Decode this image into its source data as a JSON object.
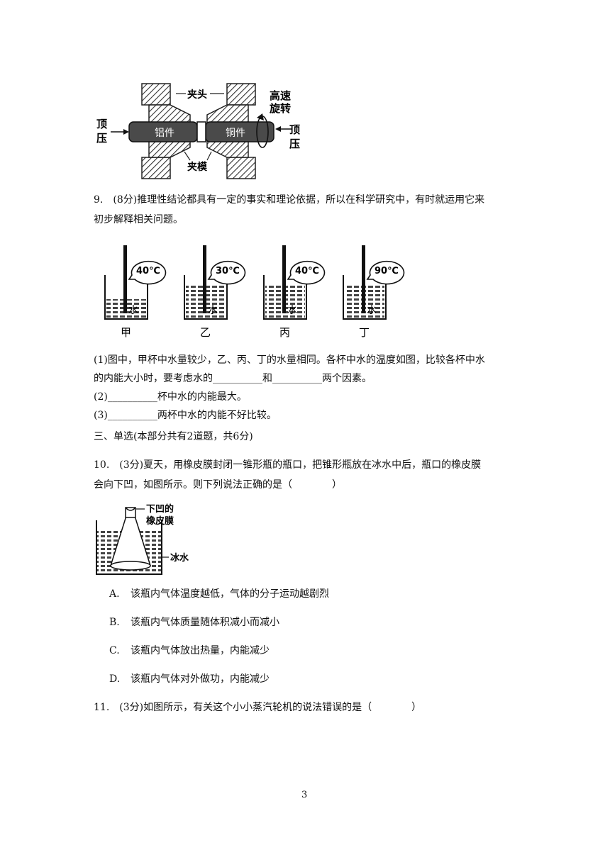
{
  "fig_clamp": {
    "clamp_head": "夹头",
    "clamp_mold": "夹模",
    "aluminum": "铝件",
    "copper": "铜件",
    "rotate_1": "高速",
    "rotate_2": "旋转",
    "press_left_1": "顶",
    "press_left_2": "压",
    "press_right_1": "顶",
    "press_right_2": "压"
  },
  "q9": {
    "text_line1": "9.　(8分)推理性结论都具有一定的事实和理论依据，所以在科学研究中，有时就运用它来",
    "text_line2": "初步解释相关问题。",
    "sub1_line1": "(1)图中，甲杯中水量较少，乙、丙、丁的水量相同。各杯中水的温度如图，比较各杯中水",
    "sub1_line2": "的内能大小时，要考虑水的__________和__________两个因素。",
    "sub2": "(2)__________杯中水的内能最大。",
    "sub3": "(3)__________两杯中水的内能不好比较。"
  },
  "fig_cups": {
    "cups": [
      {
        "label": "甲",
        "temp": "40℃",
        "water": "水"
      },
      {
        "label": "乙",
        "temp": "30℃",
        "water": "水"
      },
      {
        "label": "丙",
        "temp": "40℃",
        "water": "水"
      },
      {
        "label": "丁",
        "temp": "90℃",
        "water": "水"
      }
    ]
  },
  "section3": {
    "heading": "三、单选(本部分共有2道题，共6分)"
  },
  "q10": {
    "text_line1": "10.　(3分)夏天，用橡皮膜封闭一锥形瓶的瓶口，把锥形瓶放在冰水中后，瓶口的橡皮膜",
    "text_line2": "会向下凹，如图所示。则下列说法正确的是（　　　　）",
    "options": [
      {
        "letter": "A.",
        "text": "该瓶内气体温度越低，气体的分子运动越剧烈"
      },
      {
        "letter": "B.",
        "text": "该瓶内气体质量随体积减小而减小"
      },
      {
        "letter": "C.",
        "text": "该瓶内气体放出热量，内能减少"
      },
      {
        "letter": "D.",
        "text": "该瓶内气体对外做功，内能减少"
      }
    ]
  },
  "fig_flask": {
    "membrane_1": "下凹的",
    "membrane_2": "橡皮膜",
    "ice_water": "冰水"
  },
  "q11": {
    "text_line1": "11.　(3分)如图所示，有关这个小小蒸汽轮机的说法错误的是（　　　　）"
  },
  "footer": {
    "page_number": "3"
  }
}
